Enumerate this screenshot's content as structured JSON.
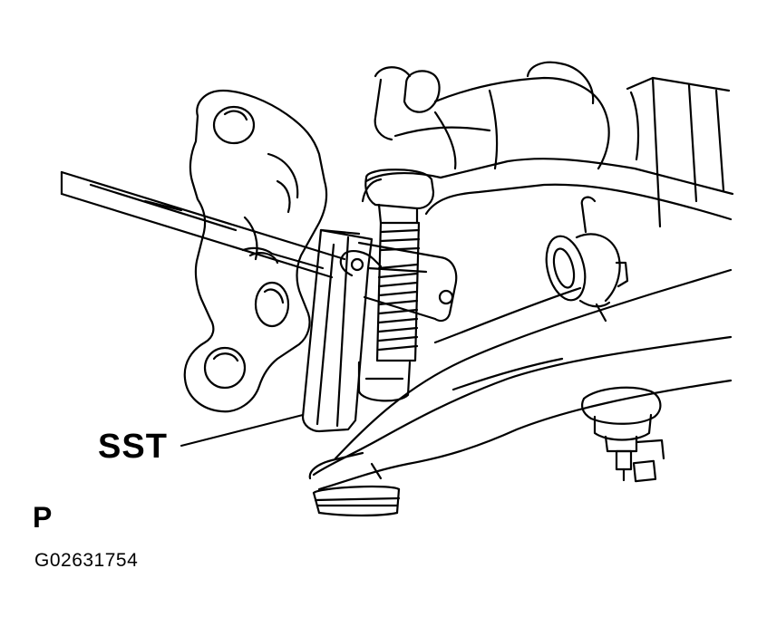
{
  "diagram": {
    "callout_label": "SST",
    "view_marker": "P",
    "figure_id": "G02631754",
    "line_color": "#000000",
    "background_color": "#ffffff"
  }
}
